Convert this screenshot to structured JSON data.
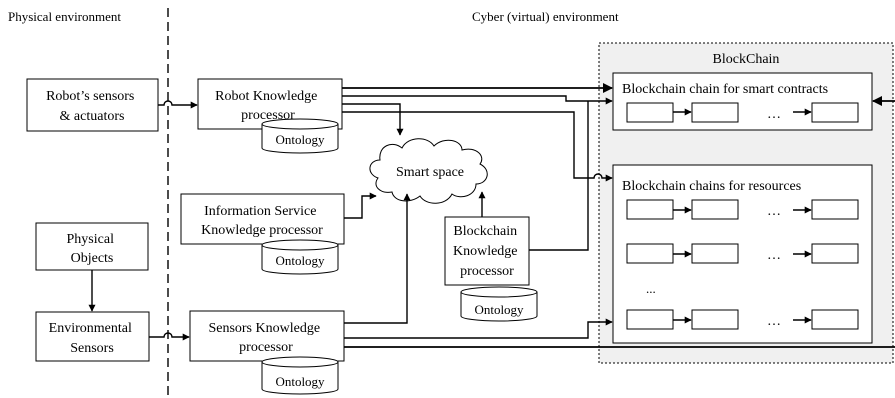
{
  "regions": {
    "physical": "Physical environment",
    "cyber": "Cyber (virtual) environment"
  },
  "blockchain": {
    "title": "BlockChain",
    "smart_contracts_chain": "Blockchain chain for smart contracts",
    "resources_chains": "Blockchain chains for resources",
    "ellipsis": "…",
    "vertical_ellipsis": "..."
  },
  "nodes": {
    "robot_sensors": [
      "Robot’s sensors",
      "& actuators"
    ],
    "physical_objects": [
      "Physical",
      "Objects"
    ],
    "environmental_sensors": [
      "Environmental",
      "Sensors"
    ],
    "robot_kp": [
      "Robot Knowledge",
      "processor"
    ],
    "info_kp": [
      "Information Service",
      "Knowledge processor"
    ],
    "sensors_kp": [
      "Sensors Knowledge",
      "processor"
    ],
    "blockchain_kp": [
      "Blockchain",
      "Knowledge",
      "processor"
    ],
    "smart_space": "Smart space",
    "ontology": "Ontology"
  },
  "colors": {
    "line": "#000000",
    "blockchain_bg": "#f0f0f0",
    "box_fill": "#ffffff"
  }
}
